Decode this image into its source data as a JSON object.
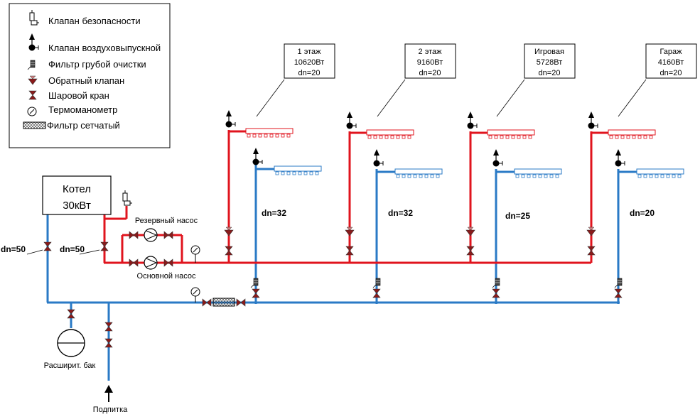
{
  "legend": {
    "items": [
      {
        "icon": "safety-valve-icon",
        "label": "Клапан безопасности"
      },
      {
        "icon": "air-vent-valve-icon",
        "label": "Клапан воздуховыпускной"
      },
      {
        "icon": "coarse-filter-icon",
        "label": "Фильтр грубой очистки"
      },
      {
        "icon": "check-valve-icon",
        "label": "Обратный клапан"
      },
      {
        "icon": "ball-valve-icon",
        "label": "Шаровой кран"
      },
      {
        "icon": "thermomanometer-icon",
        "label": "Термоманометр"
      },
      {
        "icon": "mesh-filter-icon",
        "label": "Фильтр сетчатый"
      }
    ]
  },
  "boiler": {
    "line1": "Котел",
    "line2": "30кВт"
  },
  "pumps": {
    "reserve": "Резервный насос",
    "main": "Основной насос"
  },
  "expansion_tank": "Расширит. бак",
  "makeup": "Подпитка",
  "pipe_labels": {
    "return_main": "dn=50",
    "supply_main": "dn=50"
  },
  "branches": [
    {
      "line1": "1 этаж",
      "line2": "10620Вт",
      "line3": "dn=20",
      "riser": "dn=32"
    },
    {
      "line1": "2 этаж",
      "line2": "9160Вт",
      "line3": "dn=20",
      "riser": "dn=32"
    },
    {
      "line1": "Игровая",
      "line2": "5728Вт",
      "line3": "dn=20",
      "riser": "dn=25"
    },
    {
      "line1": "Гараж",
      "line2": "4160Вт",
      "line3": "dn=20",
      "riser": "dn=20"
    }
  ],
  "colors": {
    "supply": "#e0141e",
    "return": "#2a7ac6",
    "symbol": "#8b1a1a"
  }
}
